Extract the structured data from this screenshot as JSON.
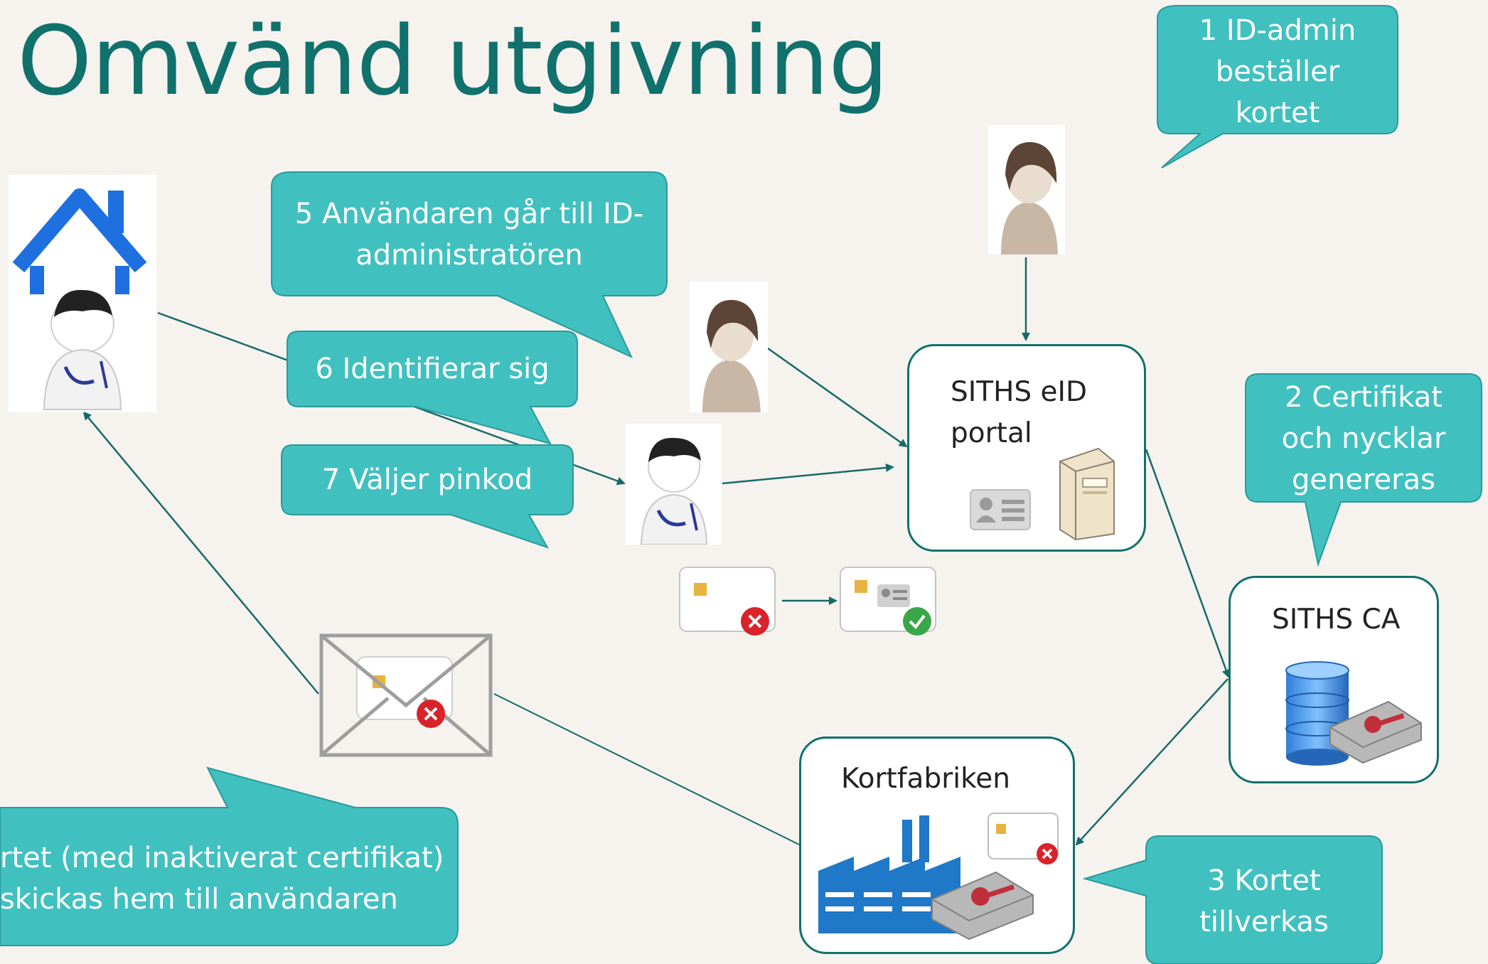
{
  "title": "Omvänd utgivning",
  "colors": {
    "title": "#10716d",
    "callout_fill": "#41c0c0",
    "callout_stroke": "#2a9a9a",
    "box_border": "#10716d",
    "arrow": "#166a68",
    "background": "#f6f3ef"
  },
  "callouts": {
    "step1": {
      "line1": "1 ID-admin",
      "line2": "beställer",
      "line3": "kortet"
    },
    "step2": {
      "line1": "2 Certifikat",
      "line2": "och nycklar",
      "line3": "genereras"
    },
    "step3": {
      "line1": "3 Kortet",
      "line2": "tillverkas"
    },
    "step4": {
      "line1": "rtet (med inaktiverat certifikat)",
      "line2": "skickas hem till användaren"
    },
    "step5": {
      "line1": "5 Användaren går till ID-",
      "line2": "administratören"
    },
    "step6": {
      "line1": "6 Identifierar sig"
    },
    "step7": {
      "line1": "7 Väljer pinkod"
    }
  },
  "nodes": {
    "portal": {
      "line1": "SITHS eID",
      "line2": "portal",
      "icons": [
        "id-card-icon",
        "server-icon"
      ]
    },
    "ca": {
      "line1": "SITHS CA",
      "icons": [
        "database-icon",
        "key-drive-icon"
      ]
    },
    "factory": {
      "line1": "Kortfabriken",
      "icons": [
        "factory-icon",
        "smart-card-inactive-icon",
        "key-drive-icon"
      ]
    }
  },
  "actors": [
    "user-at-home-icon",
    "user-icon",
    "id-admin-icon"
  ],
  "card_states": [
    "smart-card-inactive-icon",
    "smart-card-active-icon"
  ],
  "envelope": "envelope-with-card-icon"
}
